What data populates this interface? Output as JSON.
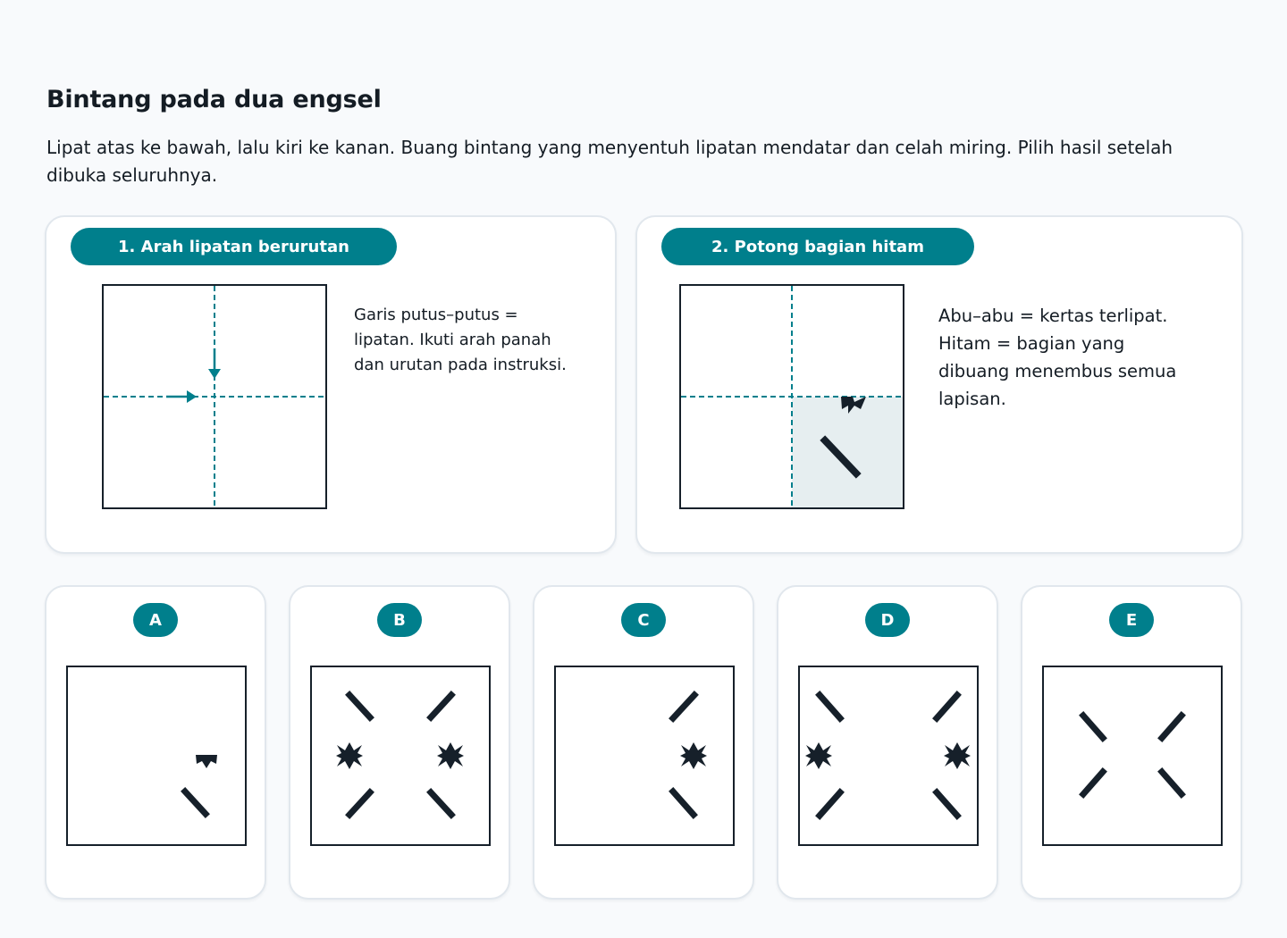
{
  "title": "Bintang pada dua engsel",
  "instructions": "Lipat atas ke bawah, lalu kiri ke kanan. Buang bintang yang menyentuh lipatan mendatar dan celah miring. Pilih hasil setelah dibuka seluruhnya.",
  "panel1": {
    "heading": "1. Arah lipatan berurutan",
    "description": "Garis putus–putus = lipatan. Ikuti arah panah dan urutan pada instruksi."
  },
  "panel2": {
    "heading": "2. Potong bagian hitam",
    "description": "Abu–abu = kertas terlipat. Hitam = bagian yang dibuang menembus semua lapisan."
  },
  "options": [
    {
      "label": "A"
    },
    {
      "label": "B"
    },
    {
      "label": "C"
    },
    {
      "label": "D"
    },
    {
      "label": "E"
    }
  ],
  "colors": {
    "accent": "#007f8c",
    "cut": "#16202a",
    "folded": "#e6eef0"
  }
}
